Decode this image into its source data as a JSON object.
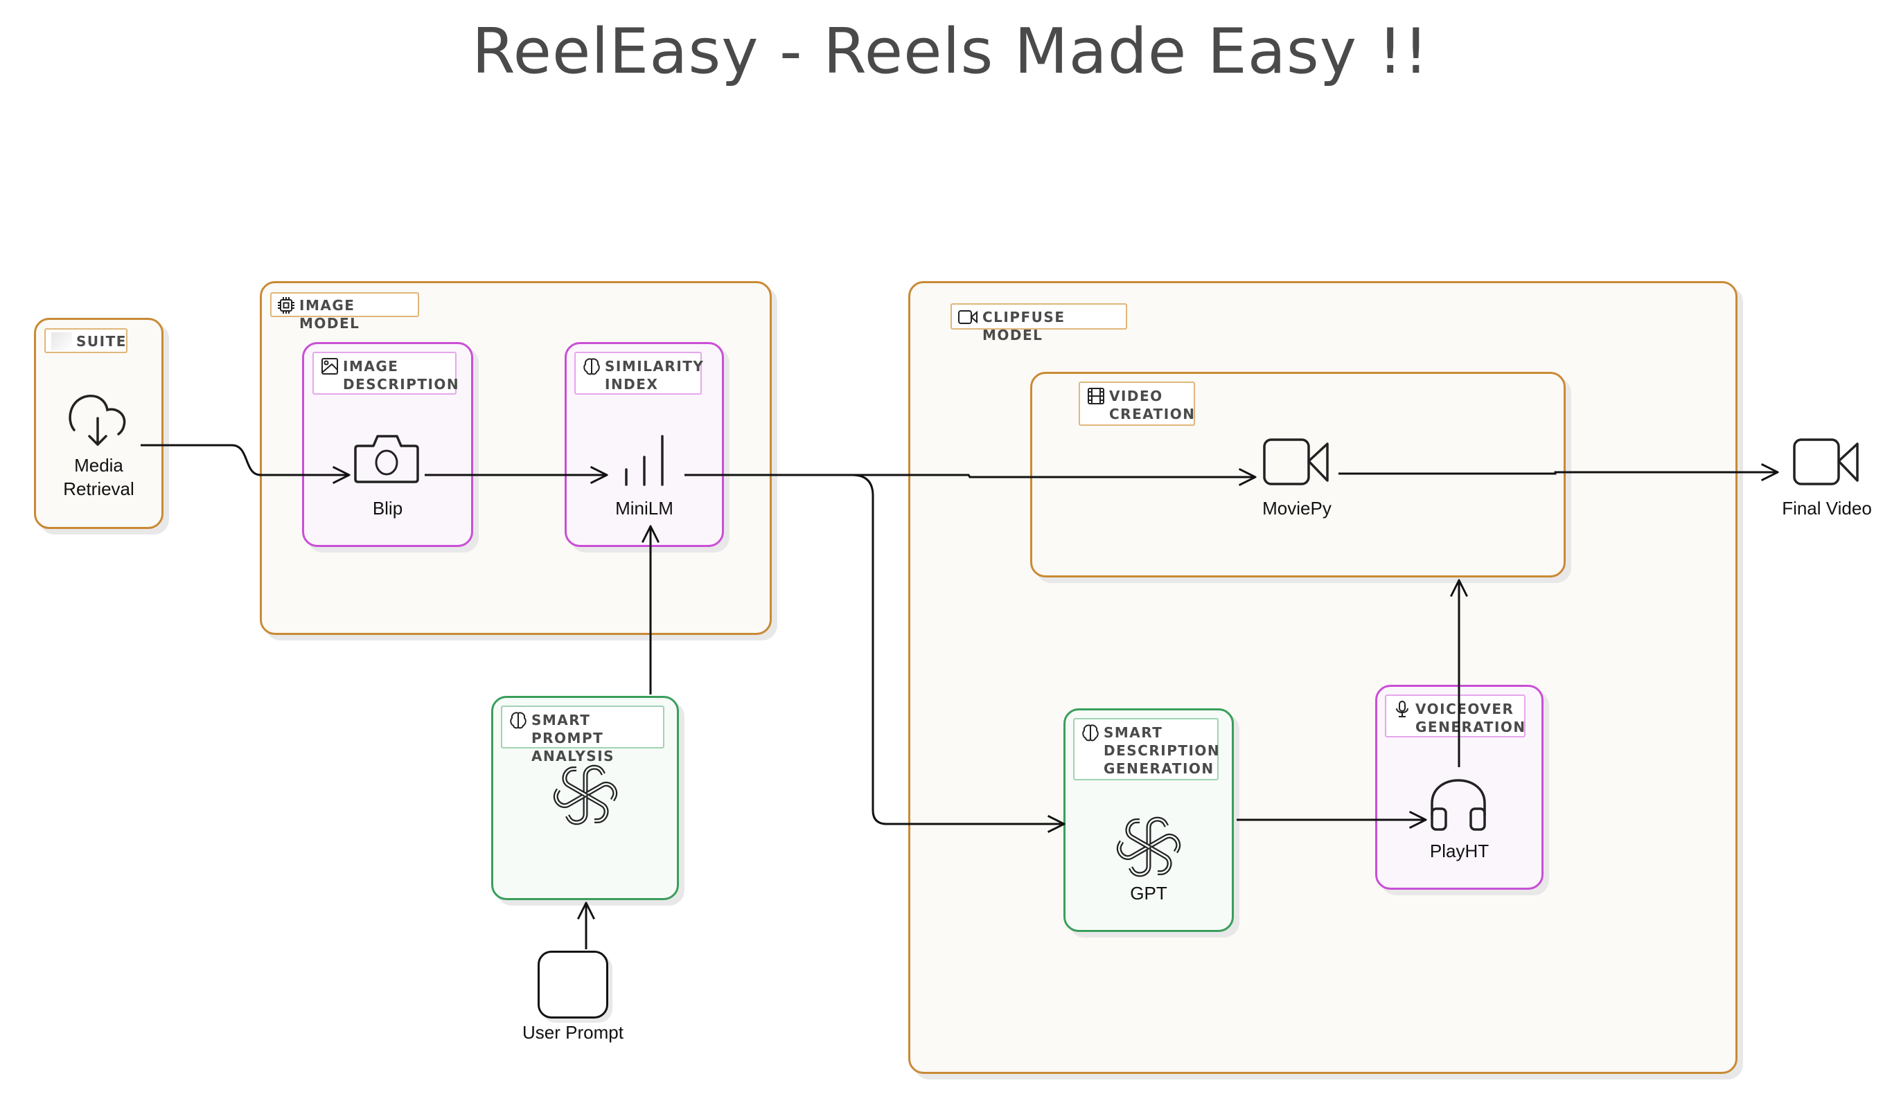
{
  "title": "ReelEasy - Reels Made Easy !!",
  "colors": {
    "group_border": "#c98a35",
    "group_bg": "#fbfaf6",
    "purple": "#c94fd6",
    "green": "#3a9e5c",
    "text": "#4a4a4a",
    "line": "#111111"
  },
  "groups": {
    "suite": {
      "tag": "SUITE"
    },
    "image_model": {
      "tag": "IMAGE MODEL",
      "icon": "chip-icon"
    },
    "clipfuse_model": {
      "tag": "CLIPFUSE MODEL",
      "icon": "video-camera-icon"
    },
    "video_creation": {
      "tag_line1": "VIDEO",
      "tag_line2": "CREATION",
      "icon": "film-icon"
    }
  },
  "nodes": {
    "media_retrieval": {
      "label_line1": "Media",
      "label_line2": "Retrieval",
      "icon": "cloud-download-icon"
    },
    "image_description": {
      "tag_line1": "IMAGE",
      "tag_line2": "DESCRIPTION",
      "tag_icon": "image-icon",
      "label": "Blip",
      "icon": "camera-icon"
    },
    "similarity_index": {
      "tag_line1": "SIMILARITY",
      "tag_line2": "INDEX",
      "tag_icon": "brain-icon",
      "label": "MiniLM",
      "icon": "signal-bars-icon"
    },
    "smart_prompt_analysis": {
      "tag_line1": "SMART PROMPT",
      "tag_line2": "ANALYSIS",
      "tag_icon": "brain-icon",
      "icon": "openai-icon"
    },
    "user_prompt": {
      "label": "User Prompt"
    },
    "movie_py": {
      "label": "MoviePy",
      "icon": "video-camera-icon"
    },
    "smart_description_generation": {
      "tag_line1": "SMART",
      "tag_line2": "DESCRIPTION",
      "tag_line3": "GENERATION",
      "tag_icon": "brain-icon",
      "label": "GPT",
      "icon": "openai-icon"
    },
    "voiceover_generation": {
      "tag_line1": "VOICEOVER",
      "tag_line2": "GENERATION",
      "tag_icon": "microphone-icon",
      "label": "PlayHT",
      "icon": "headphones-icon"
    },
    "final_video": {
      "label": "Final Video",
      "icon": "video-camera-icon"
    }
  },
  "edges": [
    {
      "from": "Media Retrieval",
      "to": "Blip"
    },
    {
      "from": "Blip",
      "to": "MiniLM"
    },
    {
      "from": "User Prompt",
      "to": "Smart Prompt Analysis"
    },
    {
      "from": "Smart Prompt Analysis",
      "to": "MiniLM"
    },
    {
      "from": "MiniLM",
      "to": "MoviePy"
    },
    {
      "from": "MiniLM",
      "to": "GPT"
    },
    {
      "from": "GPT",
      "to": "PlayHT"
    },
    {
      "from": "PlayHT",
      "to": "Video Creation"
    },
    {
      "from": "MoviePy",
      "to": "Final Video"
    }
  ]
}
